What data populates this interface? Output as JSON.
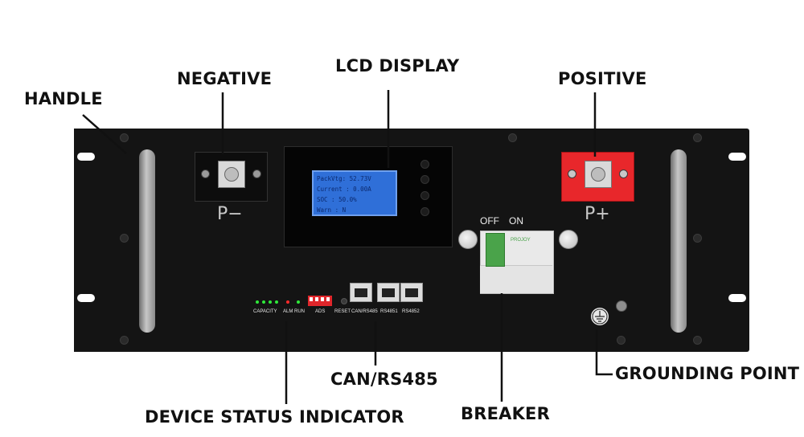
{
  "callouts": {
    "handle": "HANDLE",
    "negative": "NEGATIVE",
    "lcd_display": "LCD DISPLAY",
    "positive": "POSITIVE",
    "can_rs485": "CAN/RS485",
    "grounding_point": "GROUNDING POINT",
    "device_status_indicator": "DEVICE STATUS INDICATOR",
    "breaker": "BREAKER"
  },
  "terminals": {
    "negative_label": "P−",
    "positive_label": "P+",
    "negative_color": "#1a1a1a",
    "positive_color": "#e8272b"
  },
  "lcd": {
    "screen_color": "#2f6fd8",
    "lines": [
      "PackVtg: 52.73V",
      "Current : 0.00A",
      "SOC    : 50.0%",
      "Warn  :  N"
    ]
  },
  "breaker": {
    "off_label": "OFF",
    "on_label": "ON",
    "brand": "PROJOY",
    "toggle_color": "#4aa34a"
  },
  "panel_labels": {
    "capacity": "CAPACITY",
    "alm": "ALM",
    "run": "RUN",
    "ads": "ADS",
    "reset": "RESET",
    "can_rs485": "CAN/RS485",
    "rs4851": "RS4851",
    "rs4852": "RS4852"
  },
  "colors": {
    "panel": "#141414",
    "led_green": "#2ee83a",
    "led_red": "#ff2a2a",
    "dip_switch": "#e0262b"
  }
}
